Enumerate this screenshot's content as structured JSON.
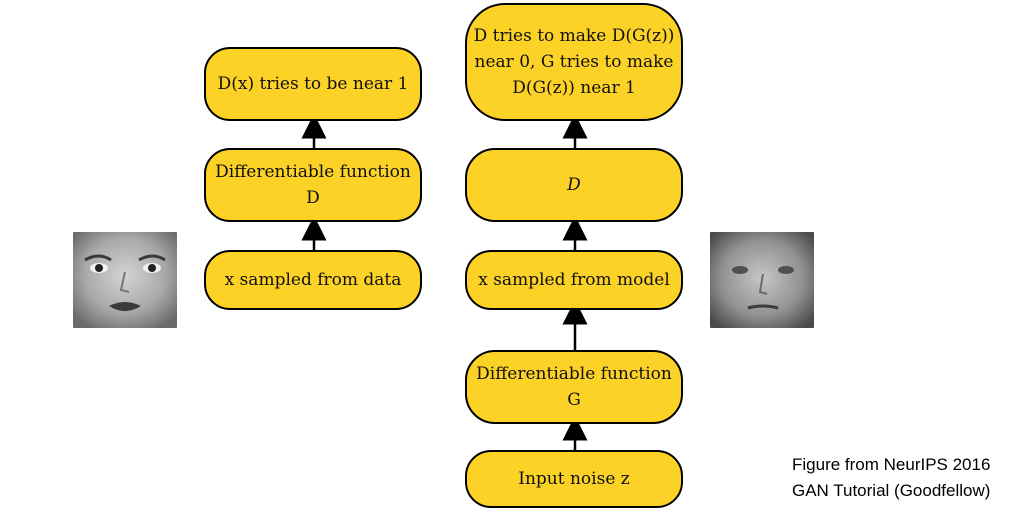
{
  "colors": {
    "node_fill": "#fdd226",
    "edge": "#000000"
  },
  "left_column": {
    "node_top": "D(x) tries to be near 1",
    "node_middle": "Differentiable function D",
    "node_bottom": "x sampled from data"
  },
  "right_column": {
    "node_top": "D tries to make D(G(z)) near 0, G tries to make D(G(z)) near 1",
    "node_d": "D",
    "node_sample": "x sampled from model",
    "node_generator": "Differentiable function G",
    "node_noise": "Input noise z"
  },
  "images": {
    "real_face": "real-face-photo",
    "generated_face": "generated-face-photo"
  },
  "caption": {
    "line1": "Figure from NeurIPS 2016",
    "line2": "GAN Tutorial (Goodfellow)"
  }
}
